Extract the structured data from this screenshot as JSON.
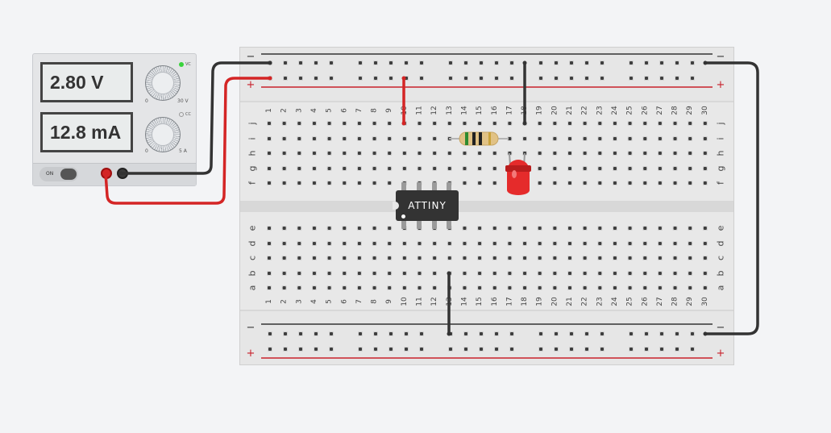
{
  "power_supply": {
    "voltage_reading": "2.80 V",
    "current_reading": "12.8 mA",
    "voltage_knob_min": "0",
    "voltage_knob_max": "30 V",
    "current_knob_min": "0",
    "current_knob_max": "5 A",
    "cv_indicator": "VC",
    "cc_indicator": "CC",
    "switch_label": "ON"
  },
  "breadboard": {
    "columns": [
      "1",
      "2",
      "3",
      "4",
      "5",
      "6",
      "7",
      "8",
      "9",
      "10",
      "11",
      "12",
      "13",
      "14",
      "15",
      "16",
      "17",
      "18",
      "19",
      "20",
      "21",
      "22",
      "23",
      "24",
      "25",
      "26",
      "27",
      "28",
      "29",
      "30"
    ],
    "rows_upper": [
      "j",
      "i",
      "h",
      "g",
      "f"
    ],
    "rows_lower": [
      "e",
      "d",
      "c",
      "b",
      "a"
    ],
    "rail_minus": "−",
    "rail_plus": "+"
  },
  "components": {
    "chip_label": "ATTINY"
  },
  "colors": {
    "wire_red": "#d42525",
    "wire_black": "#333333",
    "led_red": "#e52b2b",
    "rail_line_red": "#c8202a",
    "rail_line_dark": "#333333"
  }
}
